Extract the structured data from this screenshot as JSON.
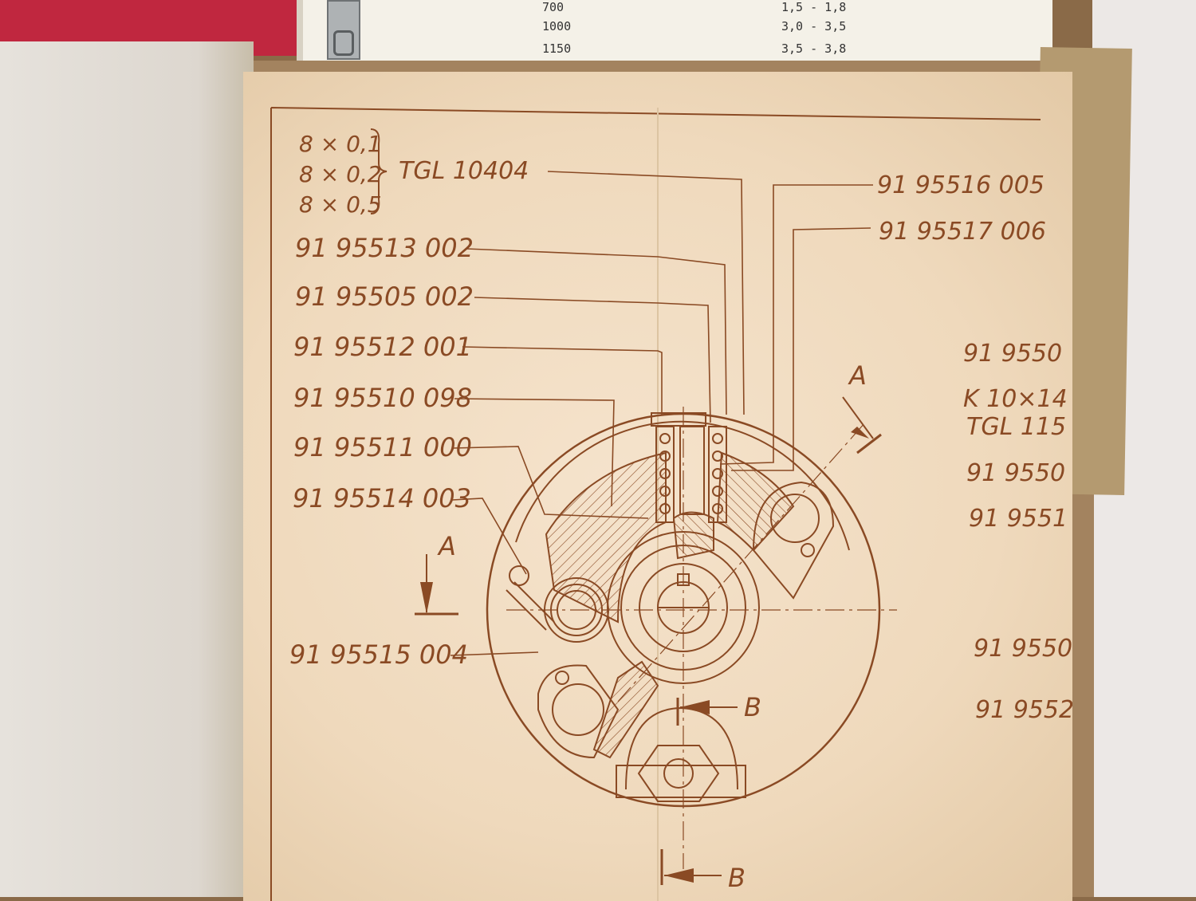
{
  "top_sheet": {
    "rows": [
      {
        "speed": "700",
        "range": "1,5 - 1,8"
      },
      {
        "speed": "1000",
        "range": "3,0 - 3,5"
      },
      {
        "speed": "1150",
        "range": "3,5 - 3,8"
      }
    ]
  },
  "drawing": {
    "washers": [
      "8 × 0,1",
      "8 × 0,2",
      "8 × 0,5"
    ],
    "washer_standard": "TGL 10404",
    "left_parts": [
      "91 95513 002",
      "91 95505 002",
      "91 95512 001",
      "91 95510 098",
      "91 95511 000",
      "91 95514 003",
      "91 95515 004"
    ],
    "right_top_parts": [
      "91 95516 005",
      "91 95517 006"
    ],
    "right_edge_parts": [
      "91 9550",
      "K 10×14",
      "TGL 115",
      "91 9550",
      "91 9551",
      "91 9550",
      "91 9552"
    ],
    "section_a": "A",
    "section_b": "B"
  },
  "colors": {
    "ink": "#8a4a24",
    "page": "#f2dcc0",
    "red_cover": "#c0273f"
  }
}
